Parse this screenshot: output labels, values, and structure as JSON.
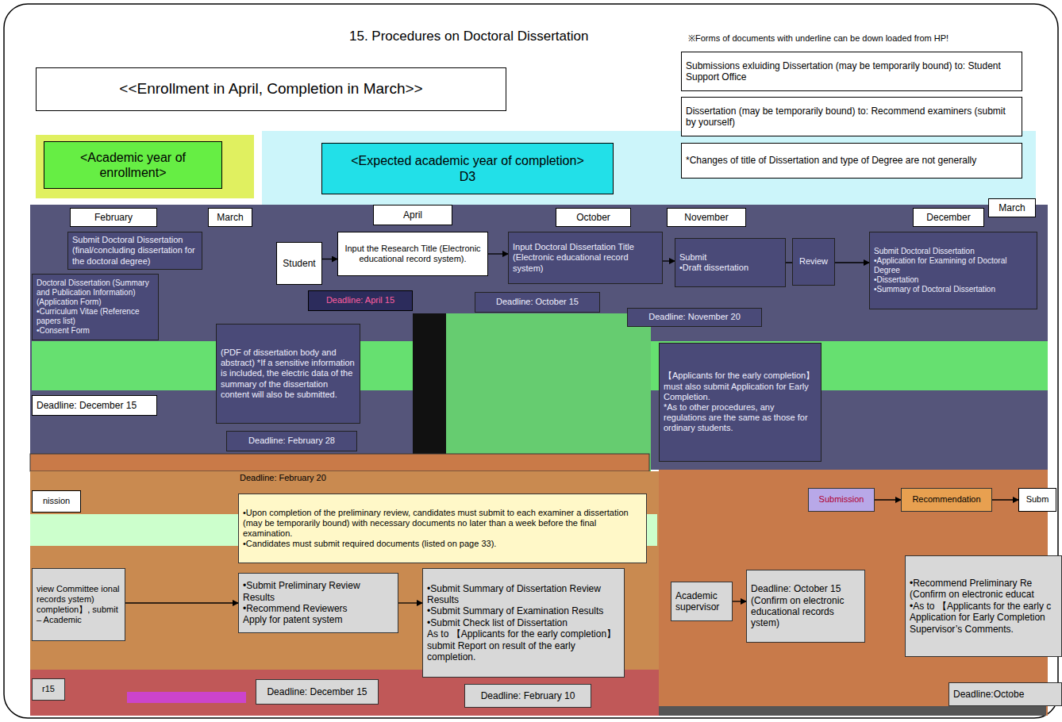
{
  "diagram": {
    "title": "15. Procedures on Doctoral Dissertation",
    "nodes": [
      {
        "text": [
          "<<Enrollment in April, Completion in March>>"
        ]
      },
      {
        "text": [
          "Submissions exluiding Dissertation (may be temporarily bound) to: Student Support Office"
        ]
      },
      {
        "text": [
          "Dissertation (may be temporarily bound) to: Recommend examiners (submit by yourself)"
        ]
      },
      {
        "text": [
          "*Changes of title of Dissertation and type of Degree are not generally"
        ]
      },
      {
        "text": [
          "<Academic year of enrollment>"
        ]
      },
      {
        "text": [
          "<Expected academic year of completion>",
          "D3"
        ]
      },
      {
        "text": [
          "February"
        ]
      },
      {
        "text": [
          "March"
        ]
      },
      {
        "text": [
          "April"
        ]
      },
      {
        "text": [
          "October"
        ]
      },
      {
        "text": [
          "November"
        ]
      },
      {
        "text": [
          "December"
        ]
      },
      {
        "text": [
          "March"
        ]
      },
      {
        "text": [
          "Submit Doctoral Dissertation (final/concluding dissertation for the doctoral degree)"
        ]
      },
      {
        "text": [
          "Doctoral Dissertation (Summary and Publication Information) (Application Form)",
          "•Curriculum Vitae (Reference papers list)",
          "•Consent Form"
        ]
      },
      {
        "text": [
          "Student"
        ]
      },
      {
        "text": [
          "Input the Research Title (Electronic educational record system)."
        ]
      },
      {
        "text": [
          "Deadline: April 15"
        ]
      },
      {
        "text": [
          "Input Doctoral Dissertation Title (Electronic educational record system)"
        ]
      },
      {
        "text": [
          "Deadline: October 15"
        ]
      },
      {
        "text": [
          "Submit",
          "•Draft dissertation"
        ]
      },
      {
        "text": [
          "Deadline: November 20"
        ]
      },
      {
        "text": [
          "Review"
        ]
      },
      {
        "text": [
          "Submit Doctoral Dissertation",
          "•Application for Examining of Doctoral Degree",
          "•Dissertation",
          "•Summary of Doctoral Dissertation"
        ]
      },
      {
        "text": [
          "(PDF of dissertation body and abstract) *If a sensitive information is included, the electric data of the summary of the dissertation content will also be submitted."
        ]
      },
      {
        "text": [
          "Deadline: December 15"
        ]
      },
      {
        "text": [
          "Deadline: February 28"
        ]
      },
      {
        "text": [
          "【Applicants for the early completion】 must also submit Application for Early Completion.",
          "*As to other procedures, any regulations are the same as those for ordinary students."
        ]
      },
      {
        "text": [
          "nission"
        ]
      },
      {
        "text": [
          "•Upon completion of the preliminary review, candidates must submit to each examiner a dissertation (may be temporarily bound) with necessary documents no later than a week before the final examination.",
          "•Candidates must submit required documents (listed on page 33)."
        ]
      },
      {
        "text": [
          "Submission"
        ]
      },
      {
        "text": [
          "Recommendation"
        ]
      },
      {
        "text": [
          "Subm"
        ]
      },
      {
        "text": [
          "view Committee ional records ystem) completion】, submit – Academic"
        ]
      },
      {
        "text": [
          "•Submit Preliminary Review Results",
          "•Recommend Reviewers",
          "Apply for patent system"
        ]
      },
      {
        "text": [
          "•Submit Summary of Dissertation Review Results",
          "•Submit Summary of Examination Results",
          "•Submit Check list of Dissertation",
          "As to 【Applicants for the early completion】 submit Report on result of the early completion."
        ]
      },
      {
        "text": [
          "r15"
        ]
      },
      {
        "text": [
          "Deadline: December 15"
        ]
      },
      {
        "text": [
          "Deadline: February 10"
        ]
      },
      {
        "text": [
          "Academic supervisor"
        ]
      },
      {
        "text": [
          "Deadline: October 15 (Confirm on electronic educational records ystem)"
        ]
      },
      {
        "text": [
          "•Recommend Preliminary Re (Confirm on electronic educat",
          "•As to 【Applicants for the early c Application for Early Completion Supervisor’s Comments."
        ]
      },
      {
        "text": [
          "Deadline:Octobe"
        ]
      }
    ],
    "edges": [
      {
        "from": 15,
        "to": 16,
        "arrow": "to"
      },
      {
        "from": 16,
        "to": 18,
        "arrow": "to"
      },
      {
        "from": 18,
        "to": 20,
        "arrow": "to"
      },
      {
        "from": 20,
        "to": 23,
        "arrow": "to"
      },
      {
        "from": 33,
        "to": 34,
        "arrow": "to"
      },
      {
        "from": 34,
        "to": 35,
        "arrow": "to"
      },
      {
        "from": 39,
        "to": 40,
        "arrow": "to"
      },
      {
        "from": 30,
        "to": 31,
        "arrow": "to"
      },
      {
        "from": 31,
        "to": 32,
        "arrow": "to"
      }
    ],
    "labels": [
      "※Forms of documents with underline can be down loaded from HP!",
      "Deadline: February 20"
    ]
  }
}
